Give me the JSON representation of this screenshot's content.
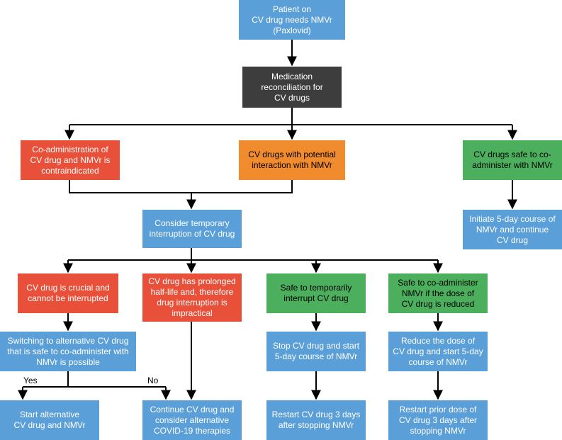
{
  "nodes": {
    "start": "Patient on\nCV drug needs NMVr\n(Paxlovid)",
    "reconcile": "Medication\nreconciliation for\nCV drugs",
    "contraindicated": "Co-administration of\nCV drug and NMVr is\ncontraindicated",
    "potential_interaction": "CV drugs with potential\ninteraction with NMVr",
    "safe_coadminister": "CV drugs safe to co-\nadminister with NMVr",
    "consider_interruption": "Consider temporary\ninterruption of CV drug",
    "initiate_course": "Initiate 5-day course of\nNMVr and continue\nCV drug",
    "crucial": "CV drug is crucial and\ncannot be interrupted",
    "prolonged": "CV drug has prolonged\nhalf-life and, therefore\ndrug interruption is\nimpractical",
    "safe_interrupt": "Safe to temporarily\ninterrupt CV drug",
    "safe_dose_reduced": "Safe to co-administer\nNMVr if the dose of\nCV drug is reduced",
    "switching": "Switching to alternative CV drug\nthat is safe to co-administer with\nNMVr is possible",
    "stop_drug": "Stop CV drug and start\n5-day course of NMVr",
    "reduce_dose": "Reduce the dose of\nCV drug and start 5-day\ncourse of NMVr",
    "start_alternative": "Start alternative\nCV drug and NMVr",
    "continue_drug": "Continue CV drug and\nconsider alternative\nCOVID-19 therapies",
    "restart_drug": "Restart CV drug 3 days\nafter stopping NMVr",
    "restart_prior": "Restart prior dose of\nCV drug 3 days after\nstopping NMVr"
  },
  "edge_labels": {
    "yes": "Yes",
    "no": "No"
  },
  "colors": {
    "blue": "#5b9fd8",
    "dark": "#3d3d3d",
    "red": "#e8503a",
    "orange": "#f08b2e",
    "green": "#4caf5e"
  }
}
